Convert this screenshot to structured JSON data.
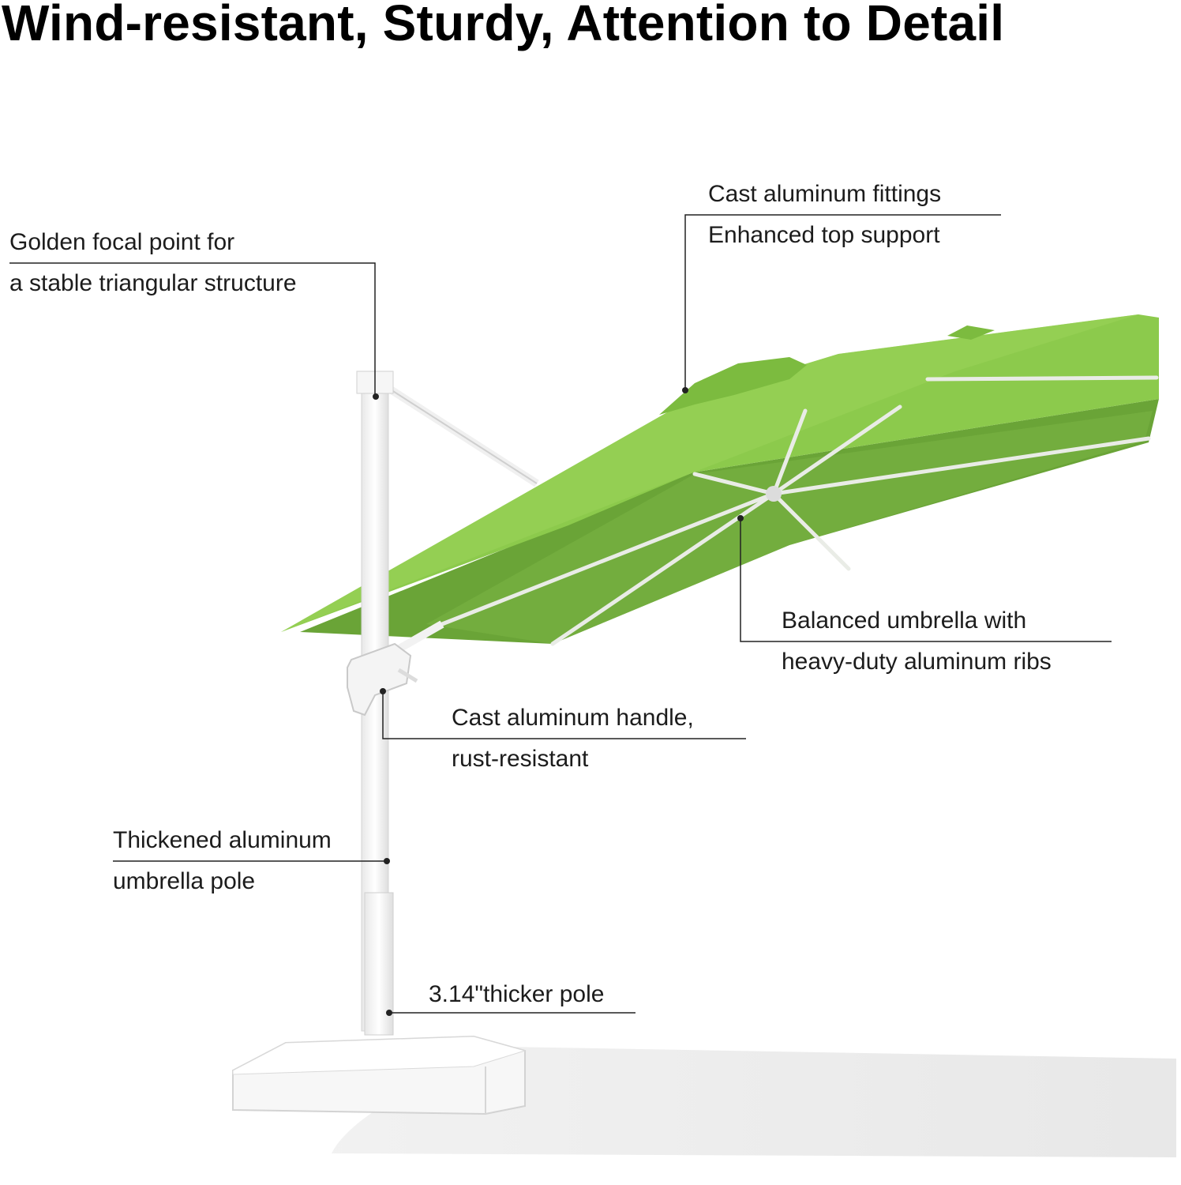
{
  "title": "Wind-resistant, Sturdy, Attention to Detail",
  "colors": {
    "canopy_top": "#8cca4c",
    "canopy_under": "#6aa437",
    "frame": "#f4f4f4",
    "callout_line": "#222222"
  },
  "callouts": {
    "focal_point": {
      "line1": "Golden focal point for",
      "line2": "a stable triangular structure"
    },
    "fittings": {
      "line1": "Cast aluminum fittings",
      "line2": "Enhanced top support"
    },
    "ribs": {
      "line1": "Balanced umbrella with",
      "line2": "heavy-duty aluminum ribs"
    },
    "handle": {
      "line1": "Cast aluminum handle,",
      "line2": "rust-resistant"
    },
    "pole": {
      "line1": "Thickened aluminum",
      "line2": "umbrella pole"
    },
    "thicker": {
      "line1": "3.14\"thicker pole"
    }
  }
}
